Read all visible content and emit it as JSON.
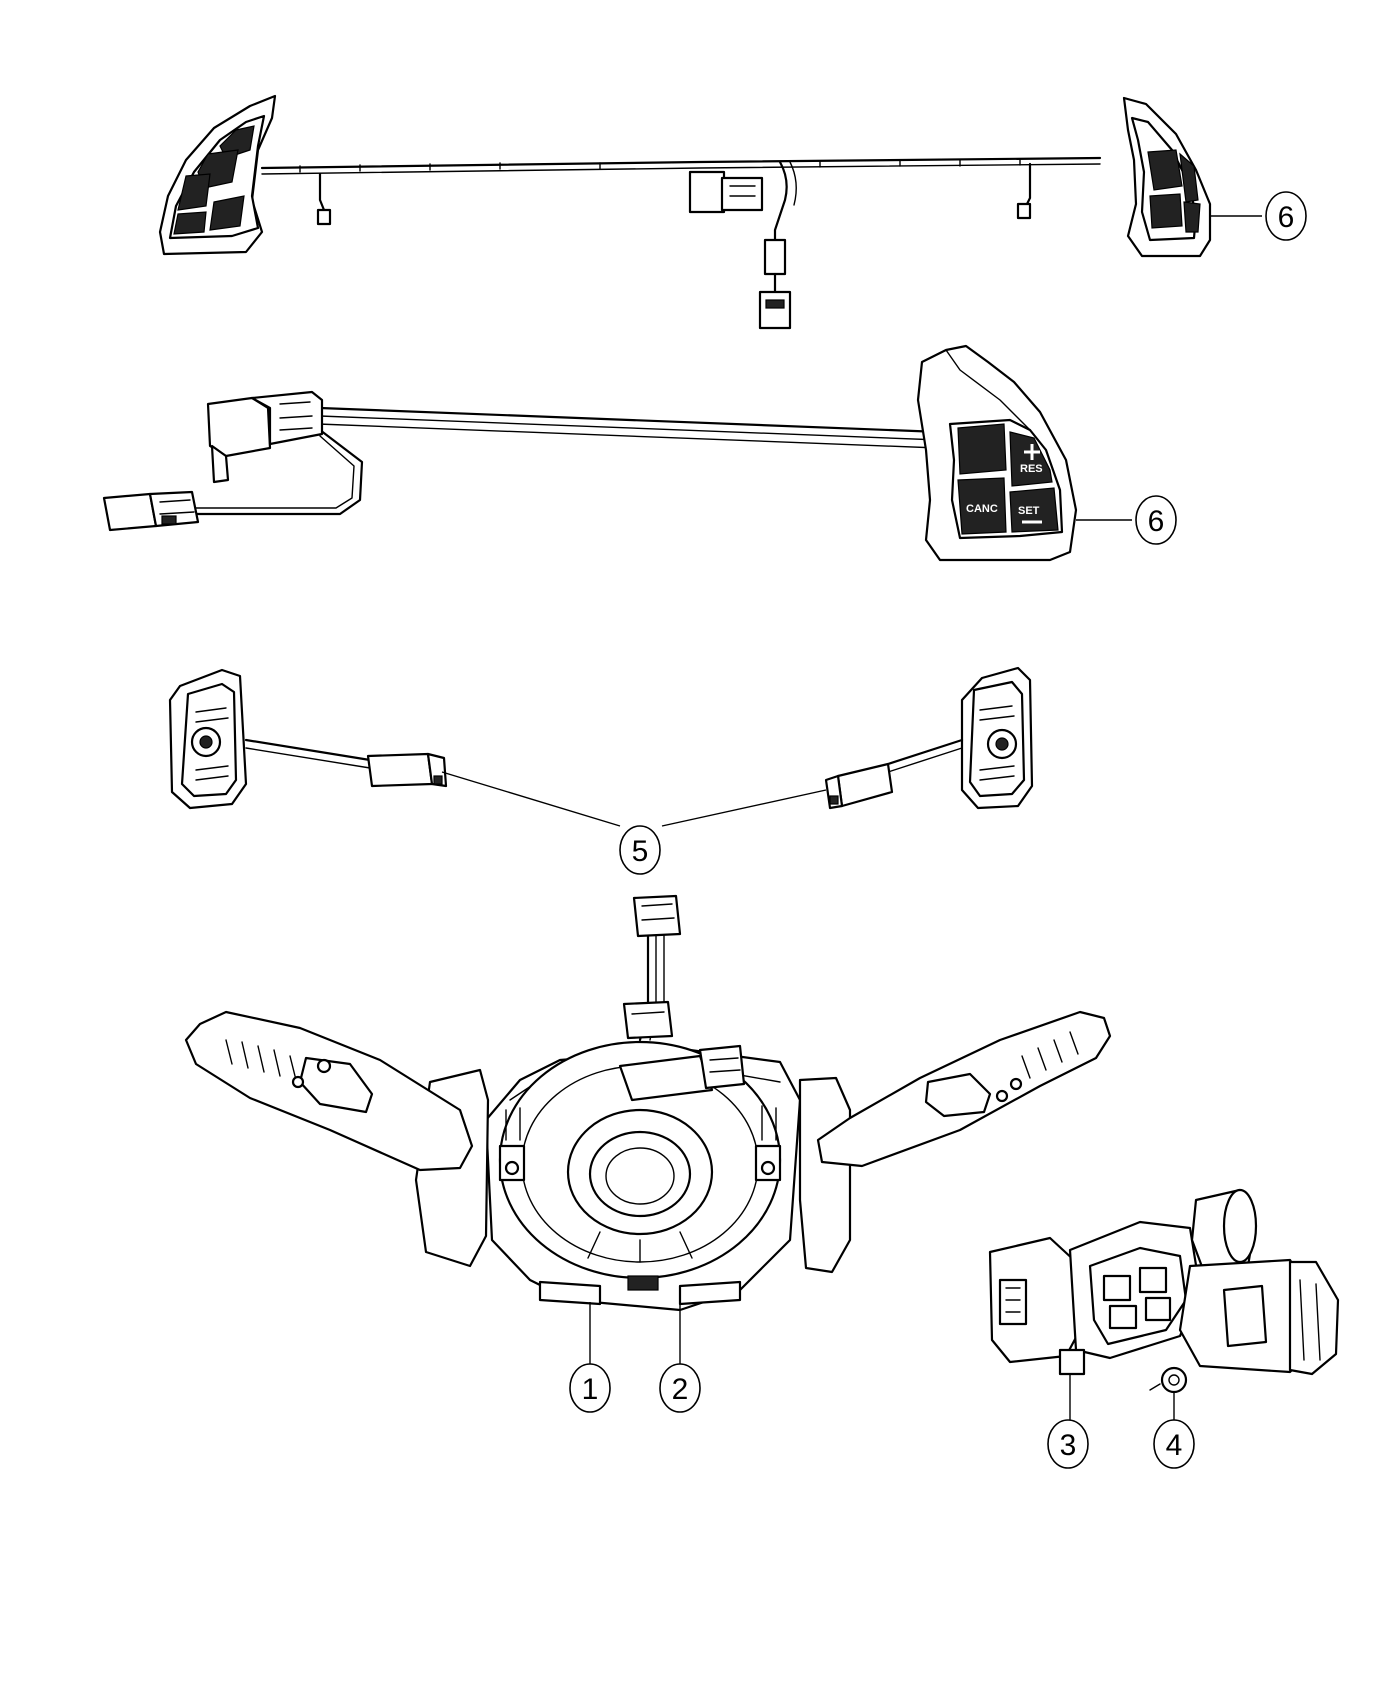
{
  "callouts": [
    {
      "id": "callout-1",
      "label": "1"
    },
    {
      "id": "callout-2",
      "label": "2"
    },
    {
      "id": "callout-3",
      "label": "3"
    },
    {
      "id": "callout-4",
      "label": "4"
    },
    {
      "id": "callout-5",
      "label": "5"
    },
    {
      "id": "callout-6a",
      "label": "6"
    },
    {
      "id": "callout-6b",
      "label": "6"
    }
  ],
  "button_labels": {
    "cancel": "CANC",
    "set": "SET",
    "res": "RES"
  }
}
